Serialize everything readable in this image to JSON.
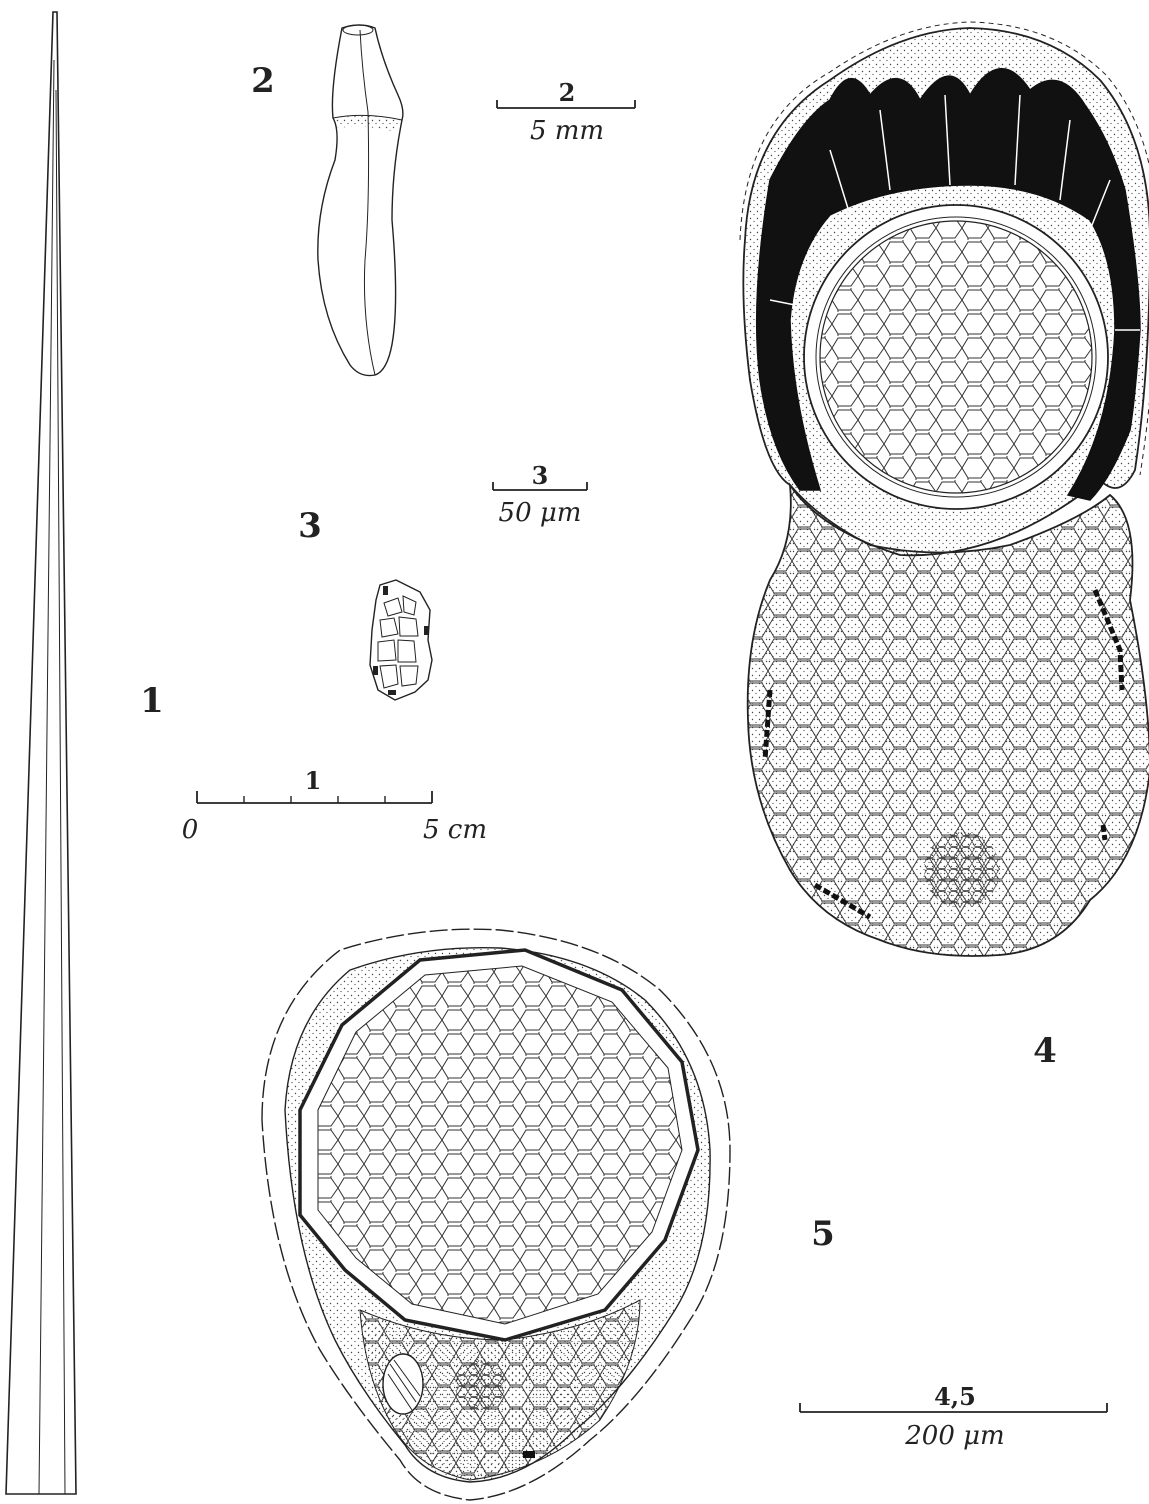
{
  "figures": {
    "fig1": "1",
    "fig2": "2",
    "fig3": "3",
    "fig4": "4",
    "fig5": "5"
  },
  "scale_bars": {
    "bar1": {
      "label": "1",
      "zero": "0",
      "unit": "5 cm"
    },
    "bar2": {
      "label": "2",
      "unit": "5 mm"
    },
    "bar3": {
      "label": "3",
      "unit": "50 μm"
    },
    "bar45": {
      "label": "4,5",
      "unit": "200 μm"
    }
  },
  "colors": {
    "ink": "#222222",
    "paper": "#ffffff"
  }
}
